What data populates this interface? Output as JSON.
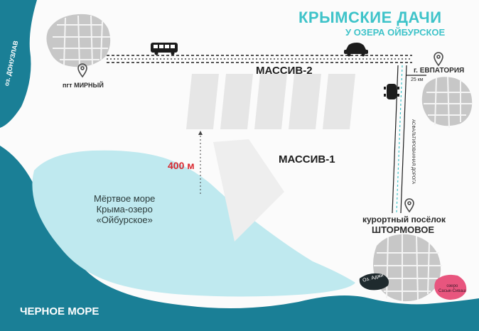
{
  "title": "КРЫМСКИЕ ДАЧИ",
  "subtitle": "У ОЗЕРА ОЙБУРСКОЕ",
  "labels": {
    "massiv_2": "МАССИВ-2",
    "massiv_1": "МАССИВ-1",
    "distance": "400 м",
    "lake_line1": "Мёртвое море",
    "lake_line2": "Крыма-озеро",
    "lake_line3": "«Ойбурское»",
    "sea": "ЧЕРНОЕ МОРЕ",
    "donuzlav": "оз. ДОНУЗЛАВ",
    "mirny": "пгт МИРНЫЙ",
    "evpatoria": "г. ЕВПАТОРИЯ",
    "distance_km": "25 км",
    "road": "АСФАЛЬТИРОВАННАЯ ДОРОГА",
    "resort_line1": "курортный посёлок",
    "resort_line2": "ШТОРМОВОЕ",
    "lake_adzhi": "Оз. Аджи",
    "lake_sasyk_line1": "озеро",
    "lake_sasyk_line2": "Сасык-Сиваш"
  },
  "icons": [
    "bus-icon",
    "car-icon",
    "location-pin-icon",
    "car-top-icon"
  ],
  "colors": {
    "sea": "#1a7f96",
    "lake": "#bfe9ef",
    "accent": "#3ec3c9",
    "distance": "#d9272e",
    "sasyk": "#e8557e",
    "town": "#c7c7c7"
  }
}
